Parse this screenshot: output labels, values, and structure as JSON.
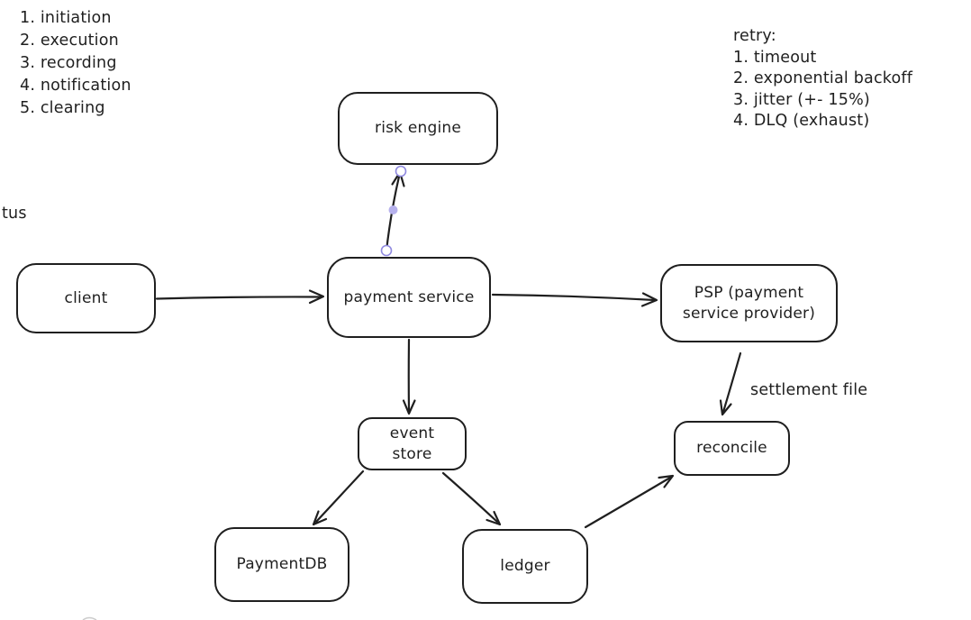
{
  "canvas": {
    "background": "#ffffff",
    "stroke_color": "#1f1f1f",
    "selection_color": "#908ae0",
    "selection_midpoint_color": "#b6b1ec"
  },
  "process_steps": {
    "items": [
      "1. initiation",
      "2. execution",
      "3. recording",
      "4. notification",
      "5. clearing"
    ]
  },
  "retry_notes": {
    "title": "retry:",
    "items": [
      "1. timeout",
      "2. exponential backoff",
      "3. jitter (+- 15%)",
      "4. DLQ (exhaust)"
    ]
  },
  "clipped_label": "tus",
  "nodes": {
    "risk_engine": "risk engine",
    "client": "client",
    "payment_service": "payment service",
    "psp": "PSP (payment service provider)",
    "event_store": "event store",
    "reconcile": "reconcile",
    "payment_db": "PaymentDB",
    "ledger": "ledger"
  },
  "edge_labels": {
    "settlement": "settlement file"
  },
  "edges": [
    {
      "from": "client",
      "to": "payment_service"
    },
    {
      "from": "payment_service",
      "to": "psp"
    },
    {
      "from": "payment_service",
      "to": "risk_engine",
      "selected": true
    },
    {
      "from": "payment_service",
      "to": "event_store"
    },
    {
      "from": "event_store",
      "to": "payment_db"
    },
    {
      "from": "event_store",
      "to": "ledger"
    },
    {
      "from": "psp",
      "to": "reconcile",
      "label": "settlement file"
    },
    {
      "from": "ledger",
      "to": "reconcile"
    }
  ]
}
